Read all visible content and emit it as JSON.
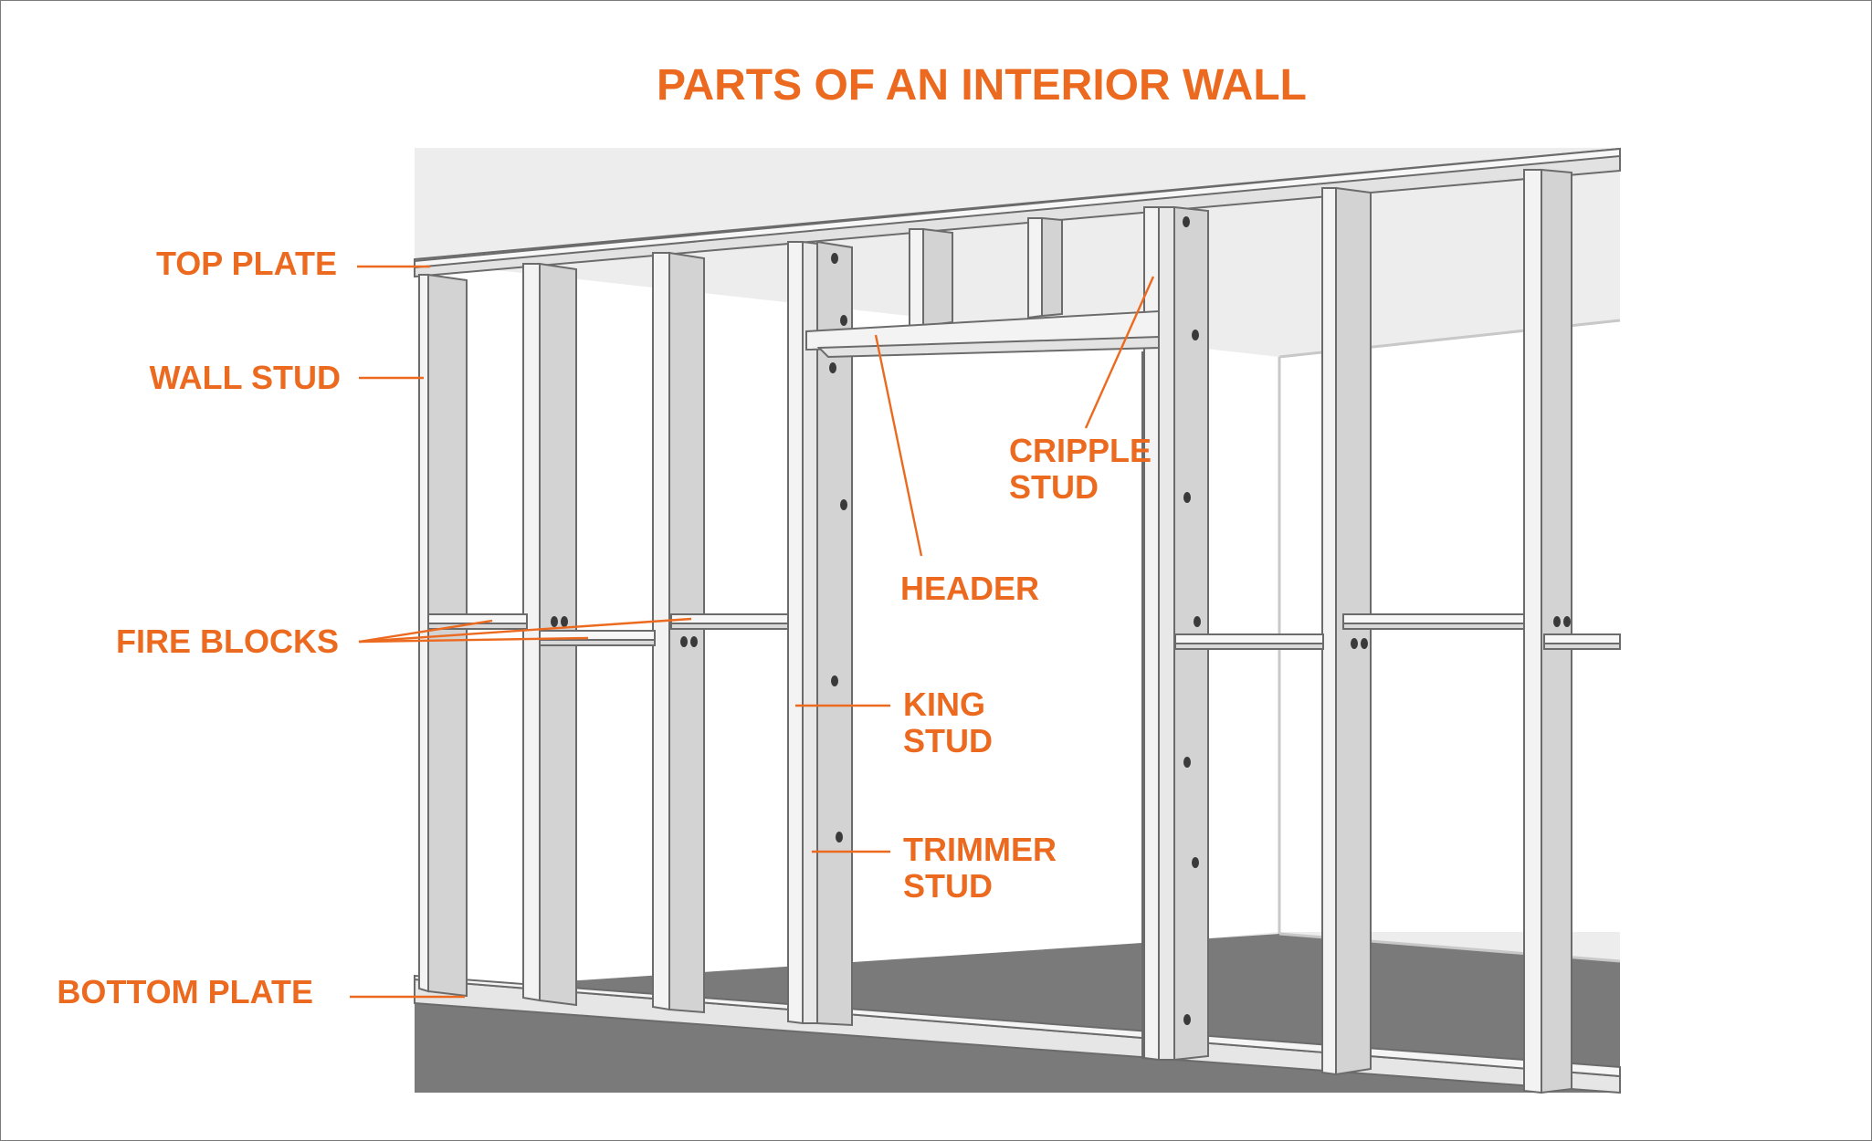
{
  "title": "PARTS OF AN INTERIOR WALL",
  "colors": {
    "accent": "#ec6a1f",
    "ceiling": "#ededed",
    "floor": "#7a7a7a",
    "stud_face": "#d3d3d3",
    "stud_edge": "#f3f3f3",
    "outline": "#6b6b6b",
    "hole": "#3a3a3a"
  },
  "labels": {
    "top_plate": "TOP PLATE",
    "wall_stud": "WALL STUD",
    "fire_blocks": "FIRE BLOCKS",
    "bottom_plate": "BOTTOM PLATE",
    "cripple_line1": "CRIPPLE",
    "cripple_line2": "STUD",
    "header": "HEADER",
    "king_line1": "KING",
    "king_line2": "STUD",
    "trimmer_line1": "TRIMMER",
    "trimmer_line2": "STUD"
  }
}
